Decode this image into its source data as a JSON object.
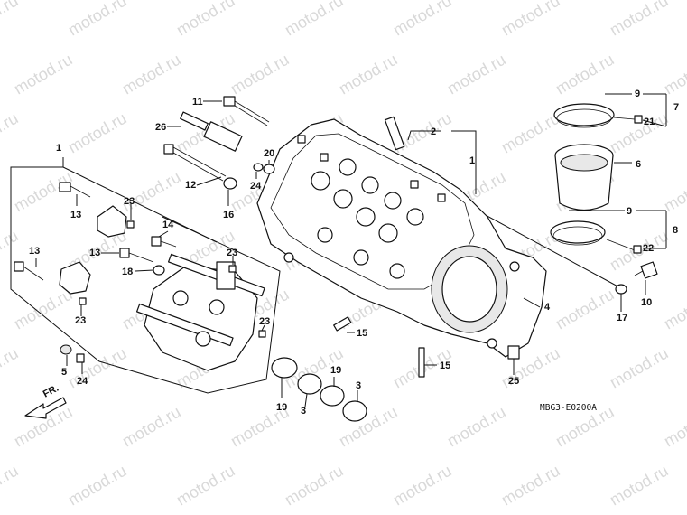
{
  "watermark": "motod.ru",
  "diagram_code": "MBG3-E0200A",
  "front_label": "FR.",
  "callouts": [
    "1",
    "2",
    "3",
    "4",
    "5",
    "6",
    "7",
    "8",
    "9",
    "10",
    "11",
    "12",
    "13",
    "14",
    "15",
    "16",
    "17",
    "18",
    "19",
    "20",
    "21",
    "22",
    "23",
    "24",
    "25",
    "26"
  ]
}
